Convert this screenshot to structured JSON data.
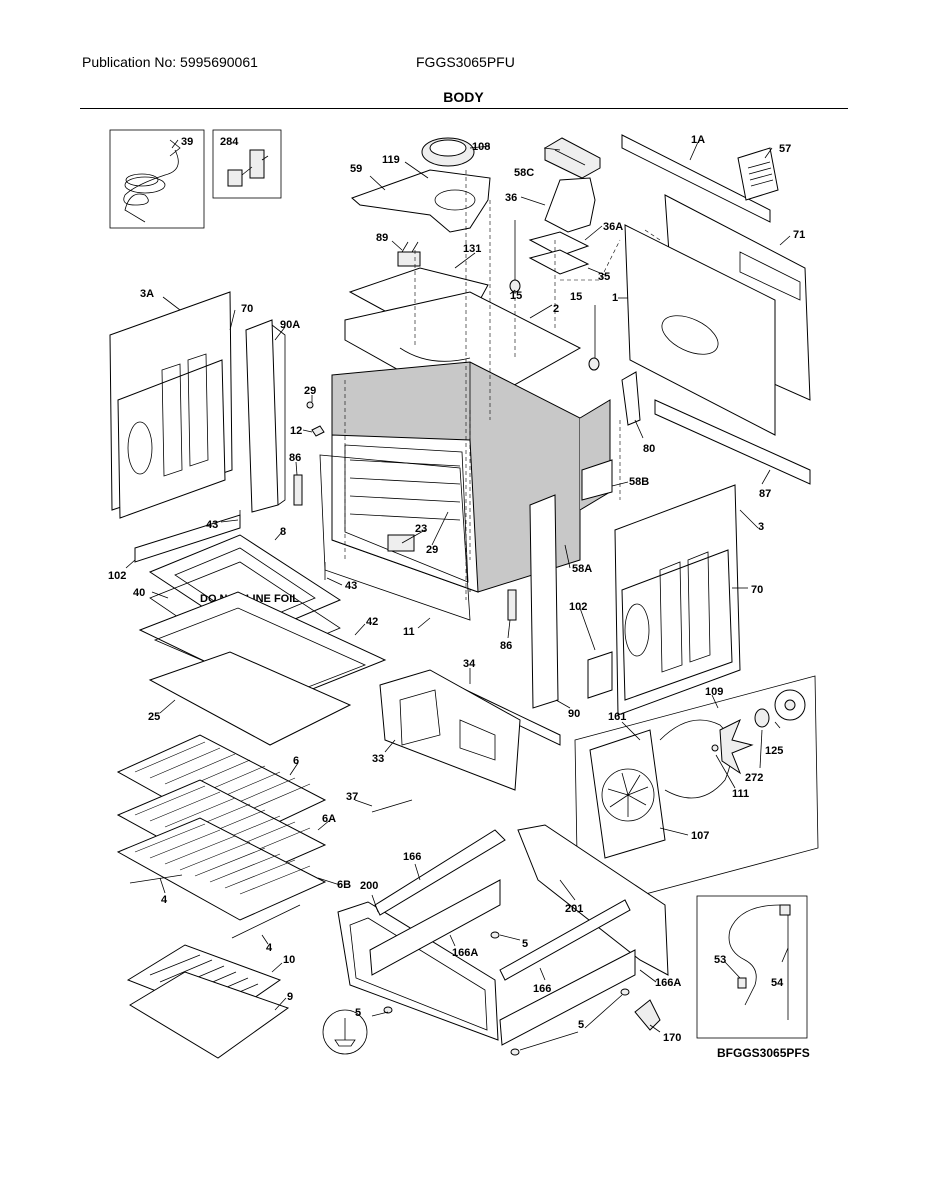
{
  "header": {
    "publication": "Publication No: 5995690061",
    "model": "FGGS3065PFU",
    "section": "BODY"
  },
  "diagram_code": "BFGGS3065PFS",
  "callouts": {
    "c39": "39",
    "c284": "284",
    "c108": "108",
    "c119": "119",
    "c59": "59",
    "c58C": "58C",
    "c36": "36",
    "c36A": "36A",
    "c35": "35",
    "c1A": "1A",
    "c57": "57",
    "c71": "71",
    "c89": "89",
    "c131": "131",
    "c15a": "15",
    "c15b": "15",
    "c2": "2",
    "c1": "1",
    "c3A": "3A",
    "c70a": "70",
    "c90A": "90A",
    "c29a": "29",
    "c12": "12",
    "c86a": "86",
    "c80": "80",
    "c58B": "58B",
    "c87": "87",
    "c43a": "43",
    "c8": "8",
    "c23": "23",
    "c29b": "29",
    "c102a": "102",
    "c43b": "43",
    "c40": "40",
    "c42": "42",
    "c11": "11",
    "c86b": "86",
    "c58A": "58A",
    "c3": "3",
    "c70b": "70",
    "c102b": "102",
    "c34": "34",
    "c25": "25",
    "c90": "90",
    "c109": "109",
    "c161": "161",
    "c125": "125",
    "c272": "272",
    "c111": "111",
    "c33": "33",
    "c6": "6",
    "c37": "37",
    "c6A": "6A",
    "c107": "107",
    "c166a": "166",
    "c201": "201",
    "c6B": "6B",
    "c200": "200",
    "c4a": "4",
    "c5a": "5",
    "c166A_a": "166A",
    "c4b": "4",
    "c10": "10",
    "c166b": "166",
    "c166A_b": "166A",
    "c53": "53",
    "c54": "54",
    "c9": "9",
    "c5b": "5",
    "c5c": "5",
    "c170": "170"
  },
  "rack_label": "DO NOT LINE FOIL"
}
